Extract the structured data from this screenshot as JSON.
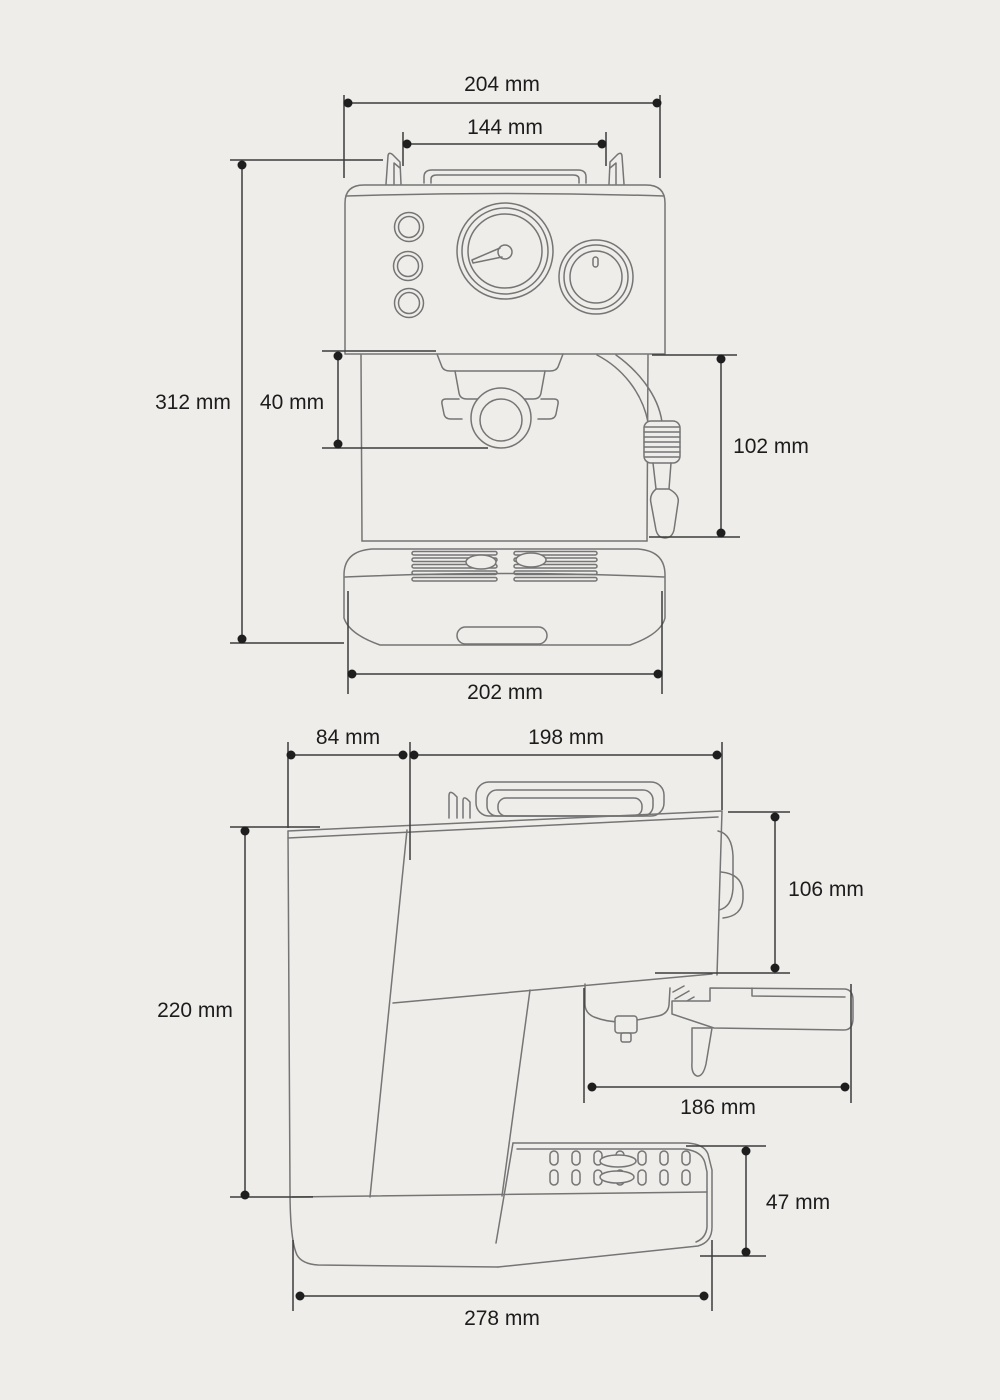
{
  "document": {
    "kind": "espresso-machine-dimension-diagram",
    "views": [
      "front view",
      "side view"
    ]
  },
  "colors": {
    "background": "#efedea",
    "drawing_line": "#757575",
    "dimension_line": "#3d3d3d",
    "text_color": "#1c1c1c",
    "dot_color": "#1e1e1e"
  },
  "front_view": {
    "dimensions": {
      "overall_width": "204 mm",
      "cup_tray_width": "144 mm",
      "overall_height": "312 mm",
      "head_clearance": "40 mm",
      "steam_wand_height": "102 mm",
      "base_width": "202 mm"
    }
  },
  "side_view": {
    "dimensions": {
      "top_front_depth": "84 mm",
      "top_rear_depth": "198 mm",
      "head_height": "106 mm",
      "body_height": "220 mm",
      "portafilter_reach": "186 mm",
      "drip_tray_height": "47 mm",
      "overall_depth": "278 mm"
    }
  }
}
